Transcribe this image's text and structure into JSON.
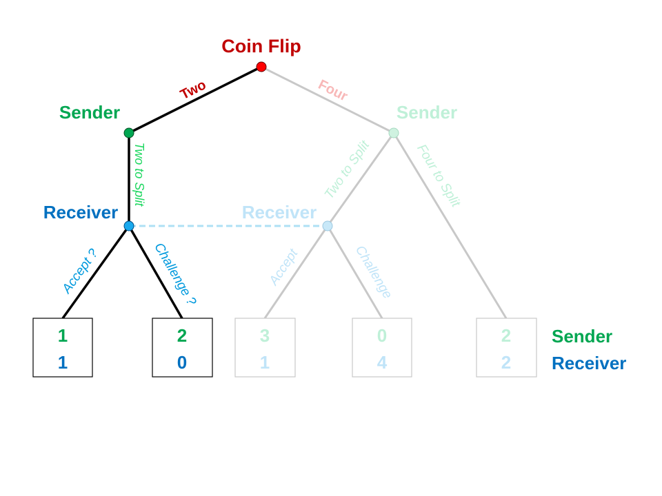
{
  "colors": {
    "nature": "#c00000",
    "sender": "#00a651",
    "receiver": "#0070c0",
    "sender_text_faded": "#1ed760",
    "receiver_text_faded": "#00a6e8",
    "line": "#000000",
    "faded_line": "#c8c8c8",
    "faded_nature": "#f8b8b8",
    "faded_sender": "#bff0d8",
    "faded_receiver": "#c0e4f8"
  },
  "root": {
    "label": "Coin Flip"
  },
  "branches": {
    "two": "Two",
    "four": "Four",
    "left_sender_action": "Two to Split",
    "right_sender_action_two": "Two to Split",
    "right_sender_action_four": "Four to Split",
    "left_accept": "Accept ?",
    "left_challenge": "Challenge ?",
    "right_accept": "Accept",
    "right_challenge": "Challenge"
  },
  "nodes": {
    "left_sender": "Sender",
    "right_sender": "Sender",
    "left_receiver": "Receiver",
    "right_receiver": "Receiver"
  },
  "payoffs": [
    {
      "sender": "1",
      "receiver": "1",
      "faded": false
    },
    {
      "sender": "2",
      "receiver": "0",
      "faded": false
    },
    {
      "sender": "3",
      "receiver": "1",
      "faded": true
    },
    {
      "sender": "0",
      "receiver": "4",
      "faded": true
    },
    {
      "sender": "2",
      "receiver": "2",
      "faded": true
    }
  ],
  "legend": {
    "sender": "Sender",
    "receiver": "Receiver"
  }
}
